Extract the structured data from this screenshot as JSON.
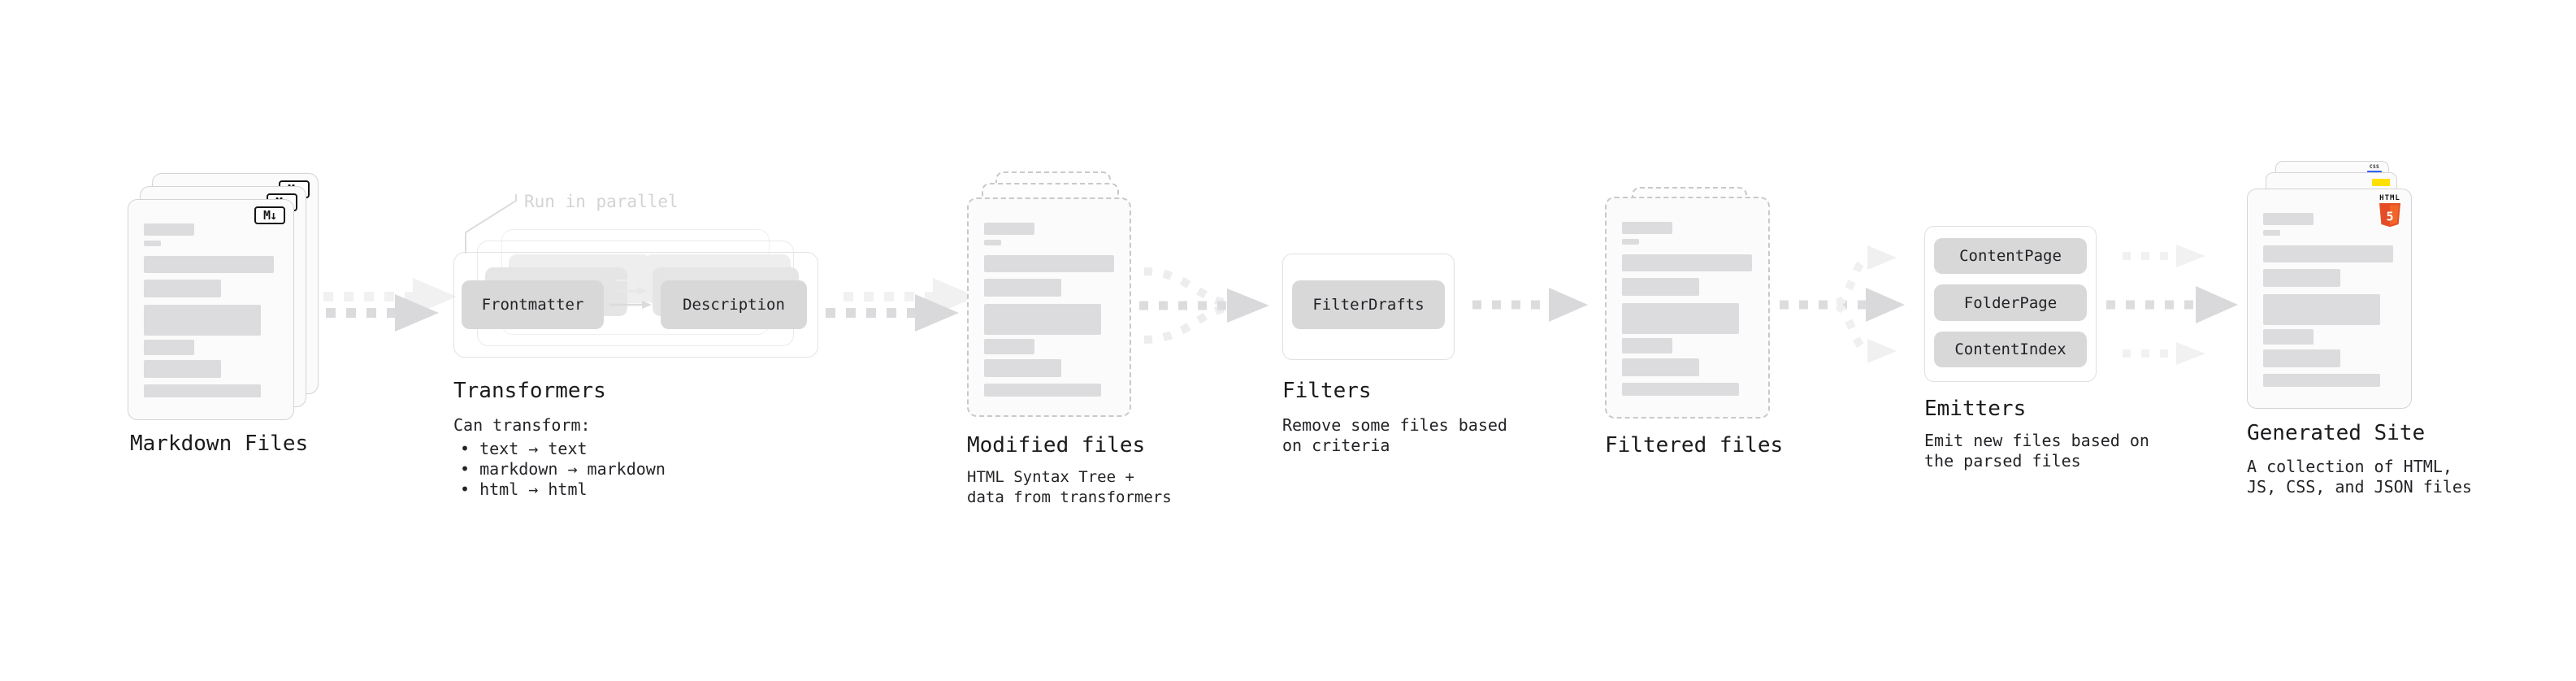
{
  "stages": {
    "markdown_files": {
      "label": "Markdown Files",
      "file_icon": "M↓"
    },
    "transformers": {
      "label": "Transformers",
      "annotation": "Run in parallel",
      "buttons": [
        "Frontmatter",
        "Description"
      ],
      "description_title": "Can transform:",
      "bullets": [
        "• text → text",
        "• markdown → markdown",
        "• html → html"
      ]
    },
    "modified_files": {
      "label": "Modified files",
      "description": [
        "HTML Syntax Tree +",
        "data from transformers"
      ]
    },
    "filters": {
      "label": "Filters",
      "buttons": [
        "FilterDrafts"
      ],
      "description": [
        "Remove some files based",
        "on criteria"
      ]
    },
    "filtered_files": {
      "label": "Filtered files"
    },
    "emitters": {
      "label": "Emitters",
      "buttons": [
        "ContentPage",
        "FolderPage",
        "ContentIndex"
      ],
      "description": [
        "Emit new files based on",
        "the parsed files"
      ]
    },
    "generated_site": {
      "label": "Generated Site",
      "description": [
        "A collection of HTML,",
        "JS, CSS, and JSON files"
      ],
      "badges": {
        "css": "CSS",
        "js_color": "#ffe000",
        "html_word": "HTML",
        "html_five": "5"
      }
    }
  },
  "colors": {
    "html5_shield": "#e44d26",
    "html5_shield_light": "#f16529",
    "js_badge": "#ffe000",
    "css_underline": "#2e63ee",
    "arrow_dark": "#dadadc",
    "arrow_light": "#f1f1f2",
    "annotation_gray": "#d3d3d5"
  }
}
